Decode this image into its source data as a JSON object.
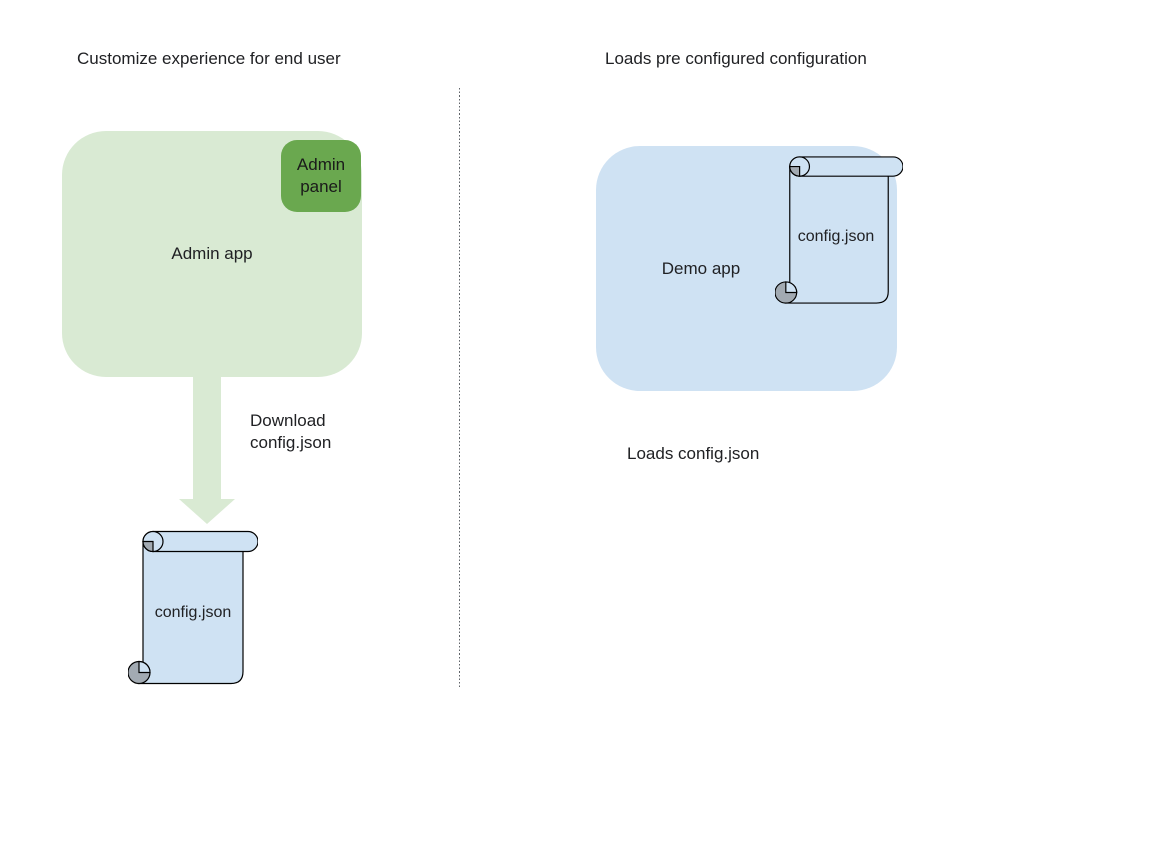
{
  "left_section": {
    "title": "Customize experience for end user",
    "admin_app_label": "Admin app",
    "admin_panel_label": "Admin panel",
    "arrow_caption": "Download config.json",
    "config_file_label": "config.json"
  },
  "right_section": {
    "title": "Loads pre configured configuration",
    "demo_app_label": "Demo app",
    "config_file_label": "config.json",
    "caption": "Loads config.json"
  },
  "icons": {
    "down_arrow": "download-flow-arrow",
    "left_scroll": "config-file-scroll",
    "right_scroll": "config-file-scroll"
  },
  "colors": {
    "app_green": "#d9ead3",
    "panel_green": "#6aa84f",
    "file_blue": "#cfe2f3",
    "curl_gray": "#a2aab2",
    "outline": "#000000",
    "divider_gray": "#5f6368",
    "text": "#202124"
  }
}
